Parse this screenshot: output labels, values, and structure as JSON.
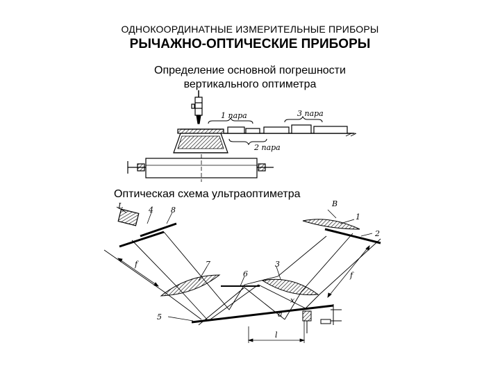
{
  "header": {
    "title_small": "ОДНОКООРДИНАТНЫЕ  ИЗМЕРИТЕЛЬНЫЕ ПРИБОРЫ",
    "title_big": "РЫЧАЖНО-ОПТИЧЕСКИЕ ПРИБОРЫ"
  },
  "figure1": {
    "caption_line1": "Определение основной погрешности",
    "caption_line2": "вертикального оптиметра",
    "labels": {
      "pair1": "1 пара",
      "pair2": "2 пара",
      "pair3": "3 пара"
    }
  },
  "figure2": {
    "caption": "Оптическая схема ультраоптиметра",
    "labels": {
      "n1": "1",
      "n2": "2",
      "n3": "3",
      "n4": "4",
      "n5": "5",
      "n6": "6",
      "n7": "7",
      "n8": "8",
      "f": "f",
      "f_left": "f",
      "l": "l",
      "x": "x",
      "a": "a",
      "top_left": "L",
      "top_right": "B"
    }
  }
}
